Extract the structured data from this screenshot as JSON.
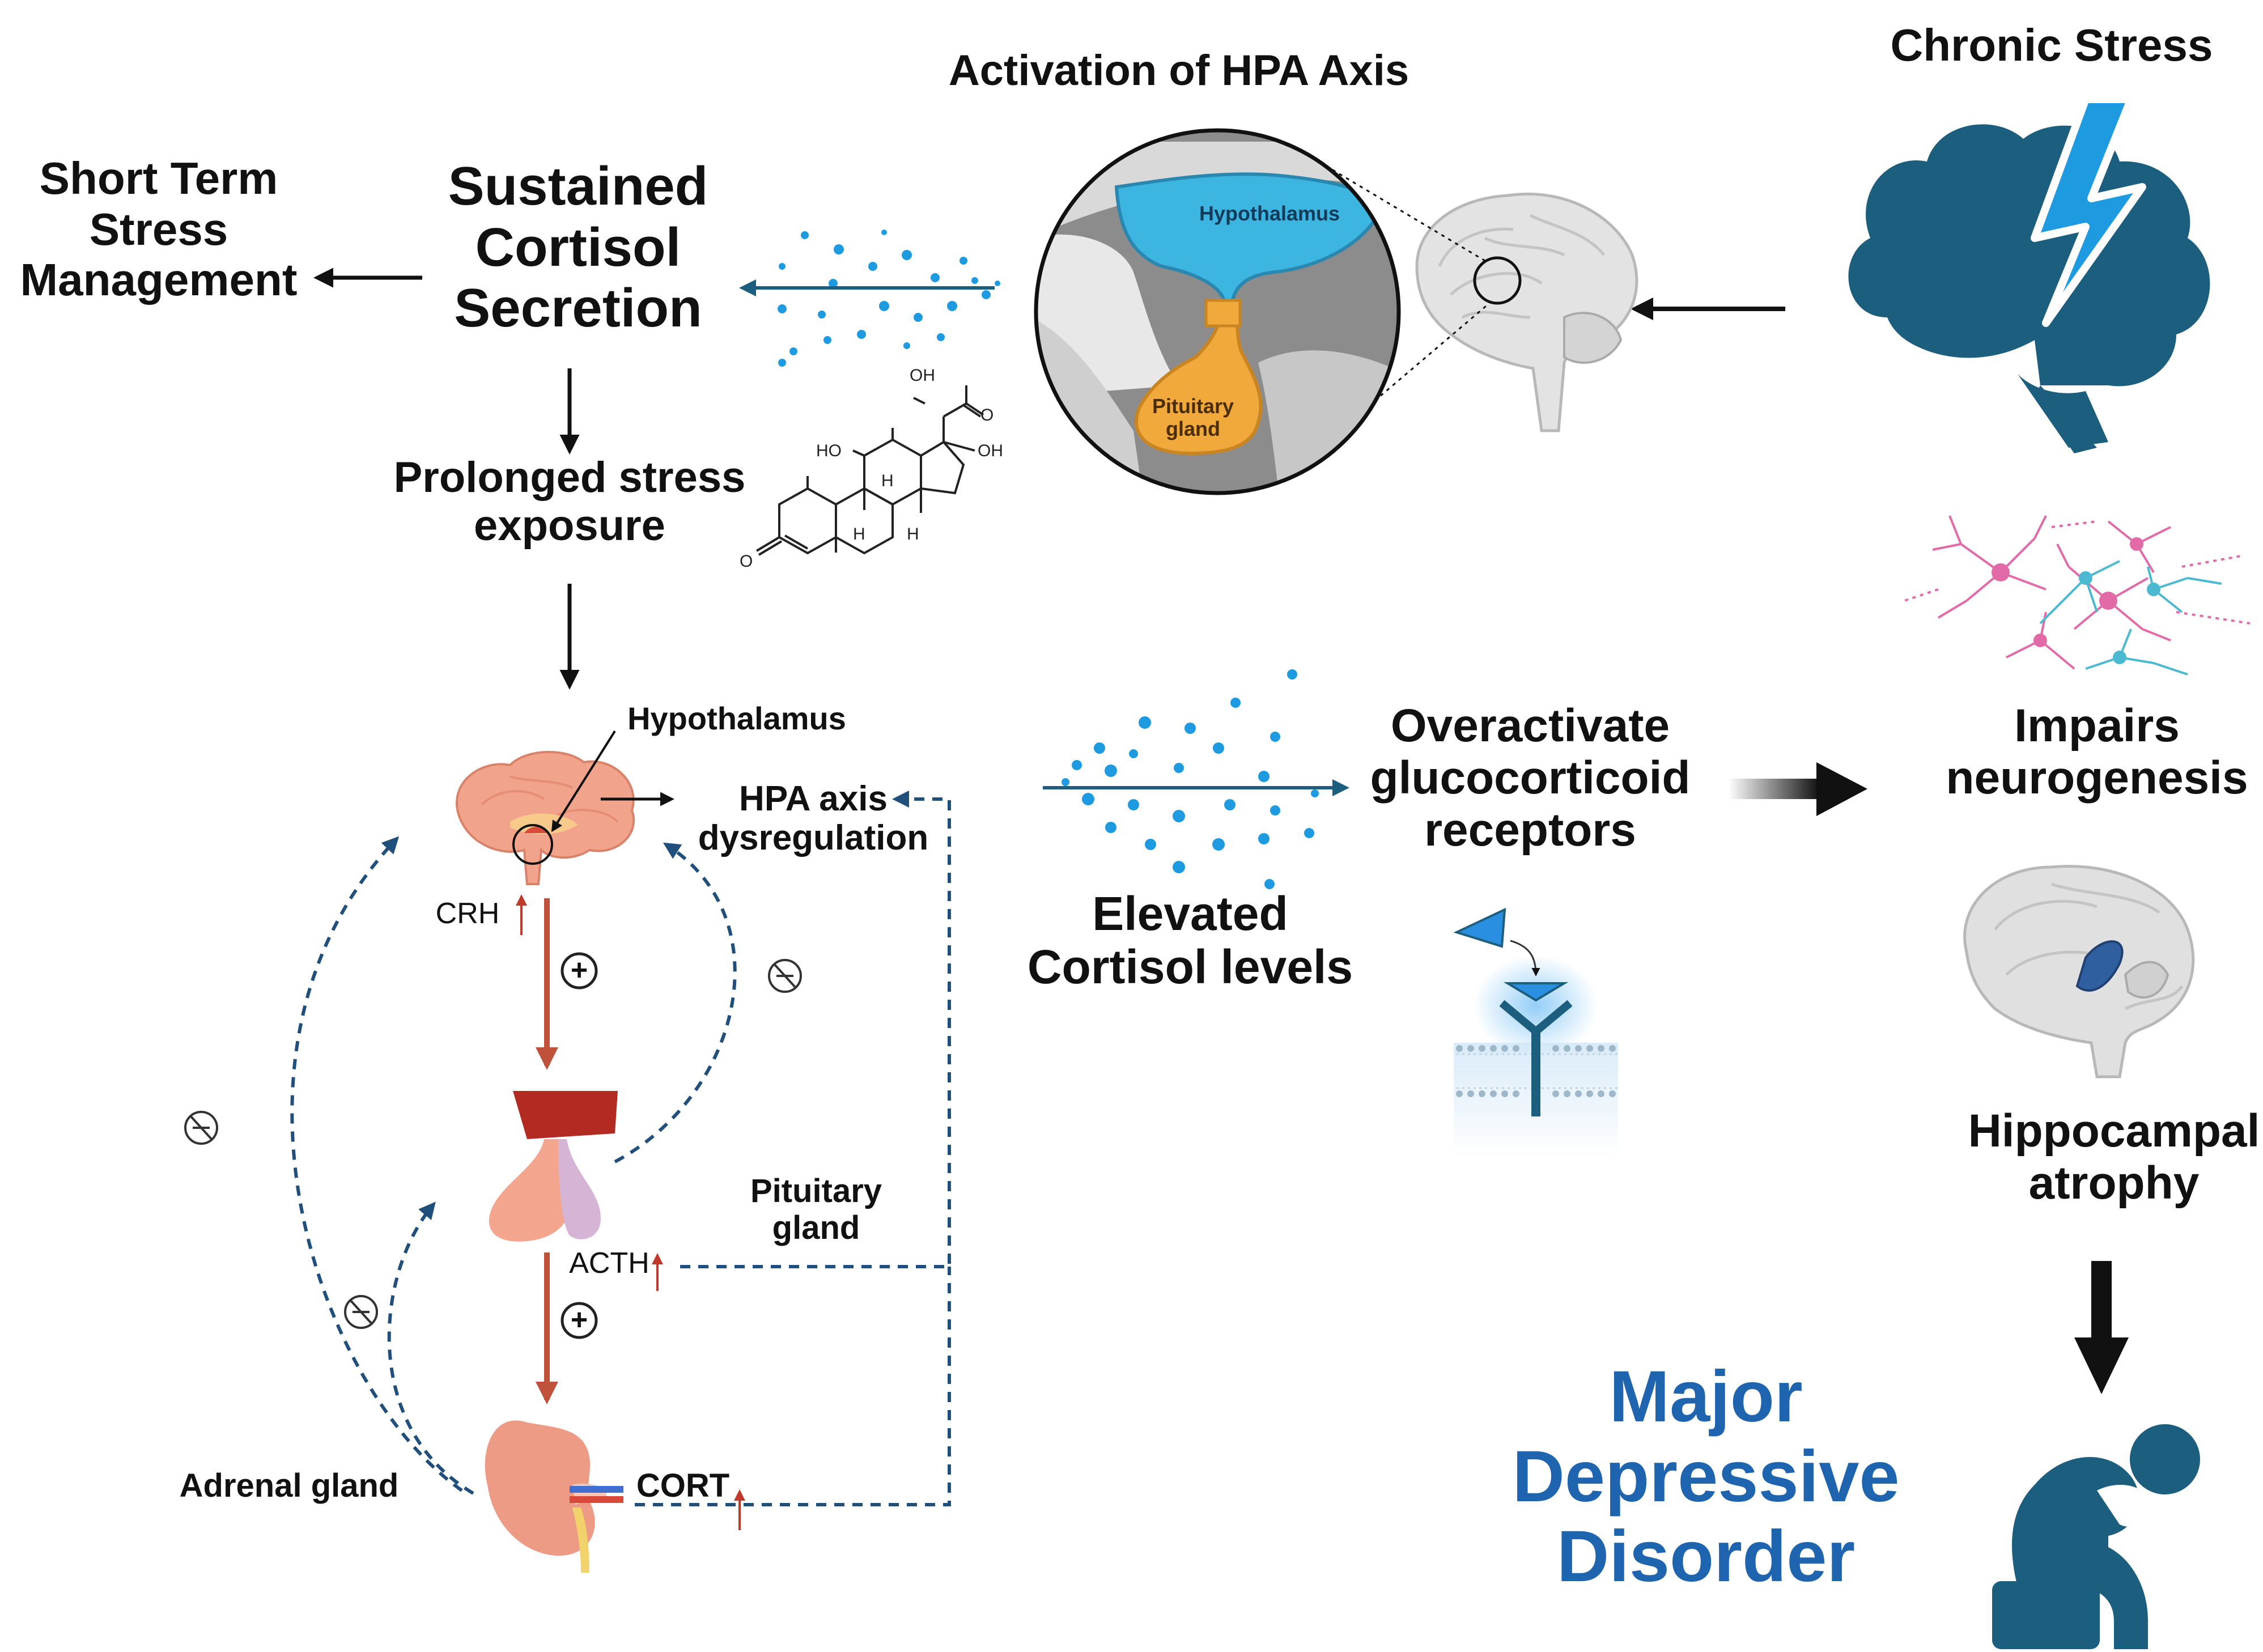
{
  "labels": {
    "activation_title": "Activation of HPA Axis",
    "chronic_stress": "Chronic Stress",
    "short_term": [
      "Short Term",
      "Stress",
      "Management"
    ],
    "sustained": [
      "Sustained",
      "Cortisol",
      "Secretion"
    ],
    "prolonged": [
      "Prolonged stress",
      "exposure"
    ],
    "zoom_hypothalamus": "Hypothalamus",
    "zoom_pituitary": [
      "Pituitary",
      "gland"
    ],
    "hypothalamus": "Hypothalamus",
    "hpa_dysregulation": [
      "HPA axis",
      "dysregulation"
    ],
    "crh": "CRH",
    "pituitary_gland": [
      "Pituitary",
      "gland"
    ],
    "acth": "ACTH",
    "adrenal_gland": "Adrenal gland",
    "cort": "CORT",
    "elevated": [
      "Elevated",
      "Cortisol levels"
    ],
    "overactivate": [
      "Overactivate",
      "glucocorticoid",
      "receptors"
    ],
    "impairs": [
      "Impairs",
      "neurogenesis"
    ],
    "hippocampal": [
      "Hippocampal",
      "atrophy"
    ],
    "mdd": [
      "Major",
      "Depressive",
      "Disorder"
    ],
    "plus": "+",
    "inhibit": "⊘"
  },
  "molecule_atoms": {
    "oh_top": "OH",
    "o_ketone": "O",
    "oh_right": "OH",
    "ho_left": "HO",
    "h_1": "H",
    "h_2": "H",
    "h_3": "H",
    "o_bottom": "O"
  },
  "colors": {
    "dark_teal": "#1b5e7e",
    "light_blue": "#1e9be0",
    "mdd_blue": "#1f64ae",
    "arrow_red": "#c0513a",
    "dashed_blue": "#1f4f7a",
    "pituitary_orange": "#f0a93a",
    "hypothalamus_cyan": "#3cb6e0",
    "brain_pink": "#f2a38c",
    "kidney_pink": "#ee9b86"
  }
}
